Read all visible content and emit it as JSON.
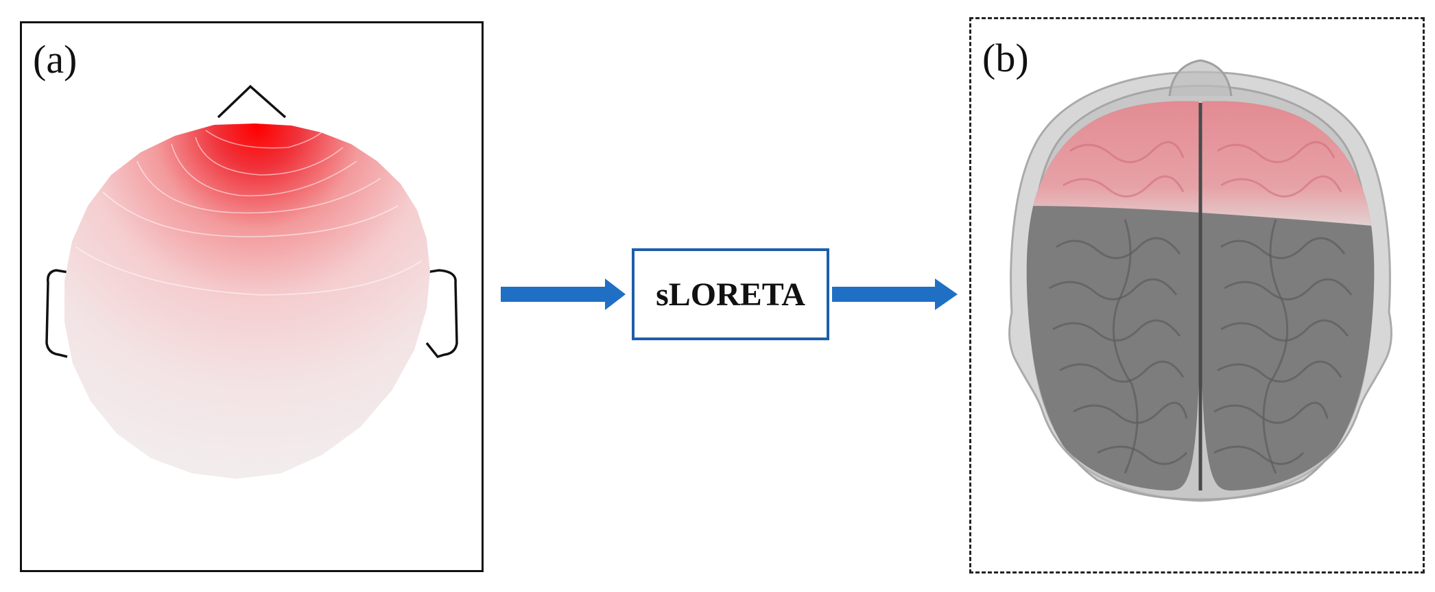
{
  "panels": {
    "a": {
      "label": "(a)"
    },
    "b": {
      "label": "(b)"
    }
  },
  "method": {
    "label": "sLORETA"
  },
  "colors": {
    "activation": "#ff0000",
    "arrow": "#1f6fc5",
    "method_border": "#1c5fa8",
    "brain": "#7a7a7a",
    "skull": "#b8b8b8"
  }
}
